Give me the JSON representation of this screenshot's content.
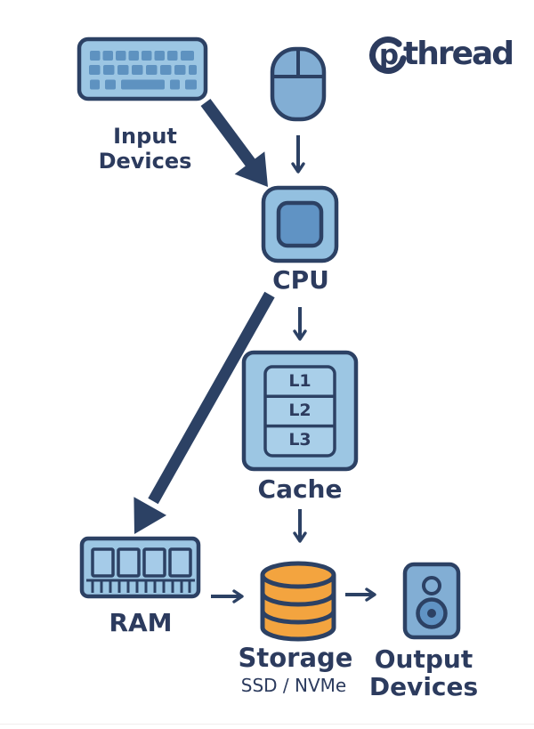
{
  "logo": {
    "brand": "thread",
    "mark_letter": "p"
  },
  "nodes": {
    "input_devices": {
      "label_line1": "Input",
      "label_line2": "Devices"
    },
    "cpu": {
      "label": "CPU"
    },
    "cache": {
      "label": "Cache",
      "levels": [
        "L1",
        "L2",
        "L3"
      ]
    },
    "ram": {
      "label": "RAM"
    },
    "storage": {
      "label": "Storage",
      "sublabel": "SSD / NVMe"
    },
    "output_devices": {
      "label_line1": "Output",
      "label_line2": "Devices"
    }
  },
  "edges": [
    {
      "from": "keyboard",
      "to": "cpu",
      "style": "thick"
    },
    {
      "from": "mouse",
      "to": "cpu",
      "style": "thin"
    },
    {
      "from": "cpu",
      "to": "cache",
      "style": "thin"
    },
    {
      "from": "cpu",
      "to": "ram",
      "style": "thick"
    },
    {
      "from": "cache",
      "to": "storage",
      "style": "thin"
    },
    {
      "from": "ram",
      "to": "storage",
      "style": "thin"
    },
    {
      "from": "storage",
      "to": "output_devices",
      "style": "thin"
    }
  ],
  "colors": {
    "navy_outline": "#2C4164",
    "navy_text": "#2C3B5E",
    "light_blue": "#9CC6E3",
    "medium_blue": "#6093C4",
    "steel_blue": "#82AED4",
    "cache_inner_blue": "#A9CFE9",
    "key_blue": "#5E92C0",
    "storage_orange": "#F3A43F",
    "background": "#FFFFFF"
  }
}
